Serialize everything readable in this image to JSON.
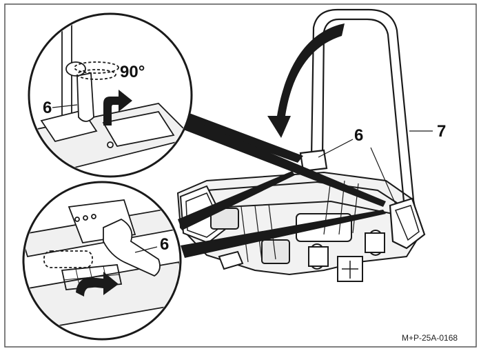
{
  "labels": {
    "angle": "90°",
    "lever_top_inset": "6",
    "lever_main": "6",
    "lever_bottom_inset": "6",
    "frame": "7"
  },
  "figure_code": "M+P-25A-0168",
  "colors": {
    "line": "#1a1a1a",
    "border": "#555555",
    "background": "#ffffff",
    "shade": "#d9d9d9"
  }
}
